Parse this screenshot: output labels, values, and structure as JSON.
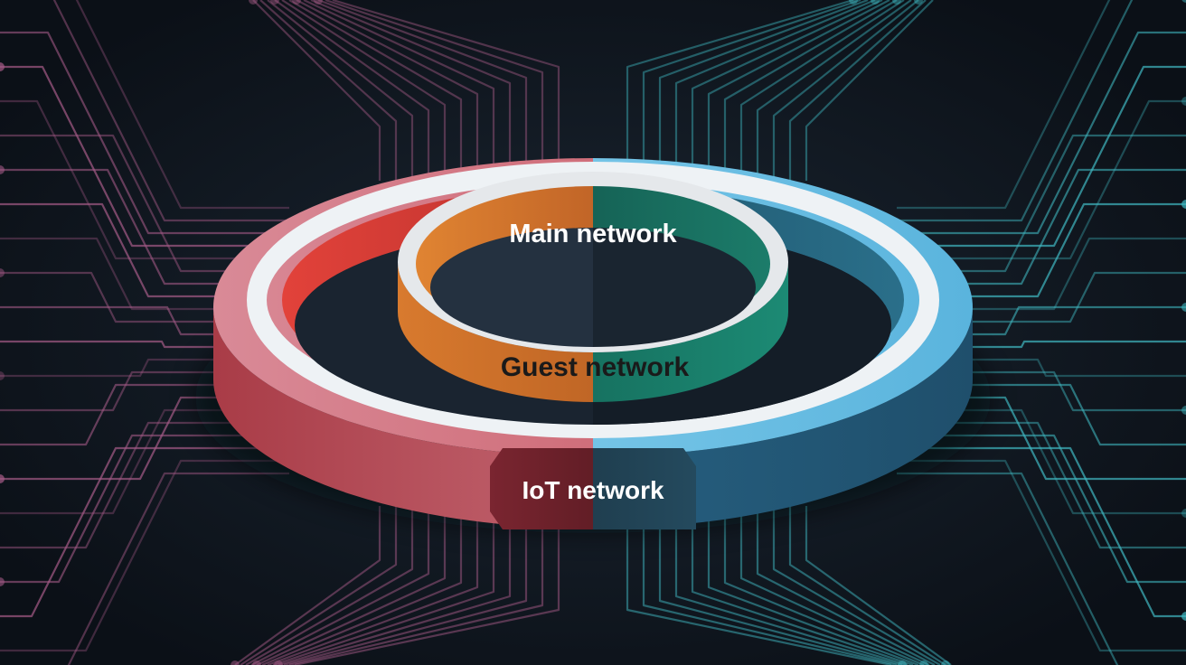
{
  "diagram": {
    "type": "concentric-network-rings",
    "labels": {
      "main": "Main network",
      "guest": "Guest network",
      "iot": "IoT network"
    },
    "colors": {
      "background": "#101720",
      "trace_left": "#a35a86",
      "trace_right": "#3fb6bf",
      "outer_red_top": "#d9828f",
      "outer_red_wall": "#b8454f",
      "outer_red_inner": "#d73b33",
      "outer_blue_top": "#7cc7e6",
      "outer_blue_wall": "#2f7092",
      "outer_blue_inner": "#1b4e62",
      "outer_highlight": "#eef2f5",
      "inner_orange": "#c9652a",
      "inner_teal": "#14705f",
      "inner_rim": "#e5e8eb",
      "tab_red": "#5e1f24",
      "tab_blue": "#1a3746",
      "label_light": "#ffffff",
      "label_dark": "#1a1a1a"
    },
    "icons": [
      "circuit-trace-icon",
      "connector-node-icon"
    ]
  }
}
